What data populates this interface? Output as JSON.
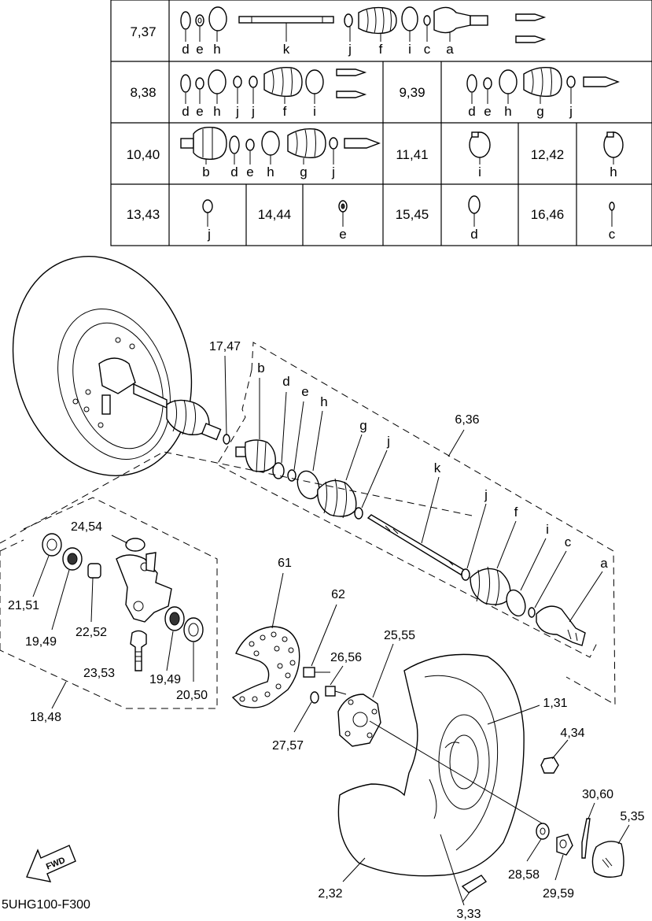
{
  "table": {
    "rows": [
      {
        "code": "7,37",
        "letters": [
          "d",
          "e",
          "h",
          "k",
          "j",
          "f",
          "i",
          "c",
          "a"
        ]
      },
      {
        "code": "8,38",
        "letters": [
          "d",
          "e",
          "h",
          "j",
          "j",
          "f",
          "i"
        ]
      },
      {
        "code": "9,39",
        "letters": [
          "d",
          "e",
          "h",
          "g",
          "j"
        ]
      },
      {
        "code": "10,40",
        "letters": [
          "b",
          "d",
          "e",
          "h",
          "g",
          "j"
        ]
      },
      {
        "code": "11,41",
        "letters": [
          "i"
        ]
      },
      {
        "code": "12,42",
        "letters": [
          "h"
        ]
      },
      {
        "code": "13,43",
        "letters": [
          "j"
        ]
      },
      {
        "code": "14,44",
        "letters": [
          "e"
        ]
      },
      {
        "code": "15,45",
        "letters": [
          "d"
        ]
      },
      {
        "code": "16,46",
        "letters": [
          "c"
        ]
      }
    ]
  },
  "callouts": {
    "axle_group": "6,36",
    "clip": "17,47",
    "letters": {
      "a": "a",
      "b": "b",
      "c": "c",
      "d": "d",
      "e": "e",
      "f": "f",
      "g": "g",
      "h": "h",
      "i": "i",
      "j": "j",
      "k": "k"
    },
    "knuckle_group": "18,48",
    "seal_outer": "21,51",
    "bearing_left": "19,49",
    "collar": "22,52",
    "cap": "24,54",
    "ball_joint": "23,53",
    "bearing_right": "19,49",
    "seal_right": "20,50",
    "disc": "61",
    "disc_bolt": "62",
    "hub_bolt": "26,56",
    "hub": "25,55",
    "o_ring": "27,57",
    "wheel": "1,31",
    "nut": "4,34",
    "cotter": "30,60",
    "cap_nut": "5,35",
    "washer": "28,58",
    "axle_nut": "29,59",
    "tire": "2,32",
    "valve": "3,33"
  },
  "fwd": "FWD",
  "figure_code": "5UHG100-F300"
}
